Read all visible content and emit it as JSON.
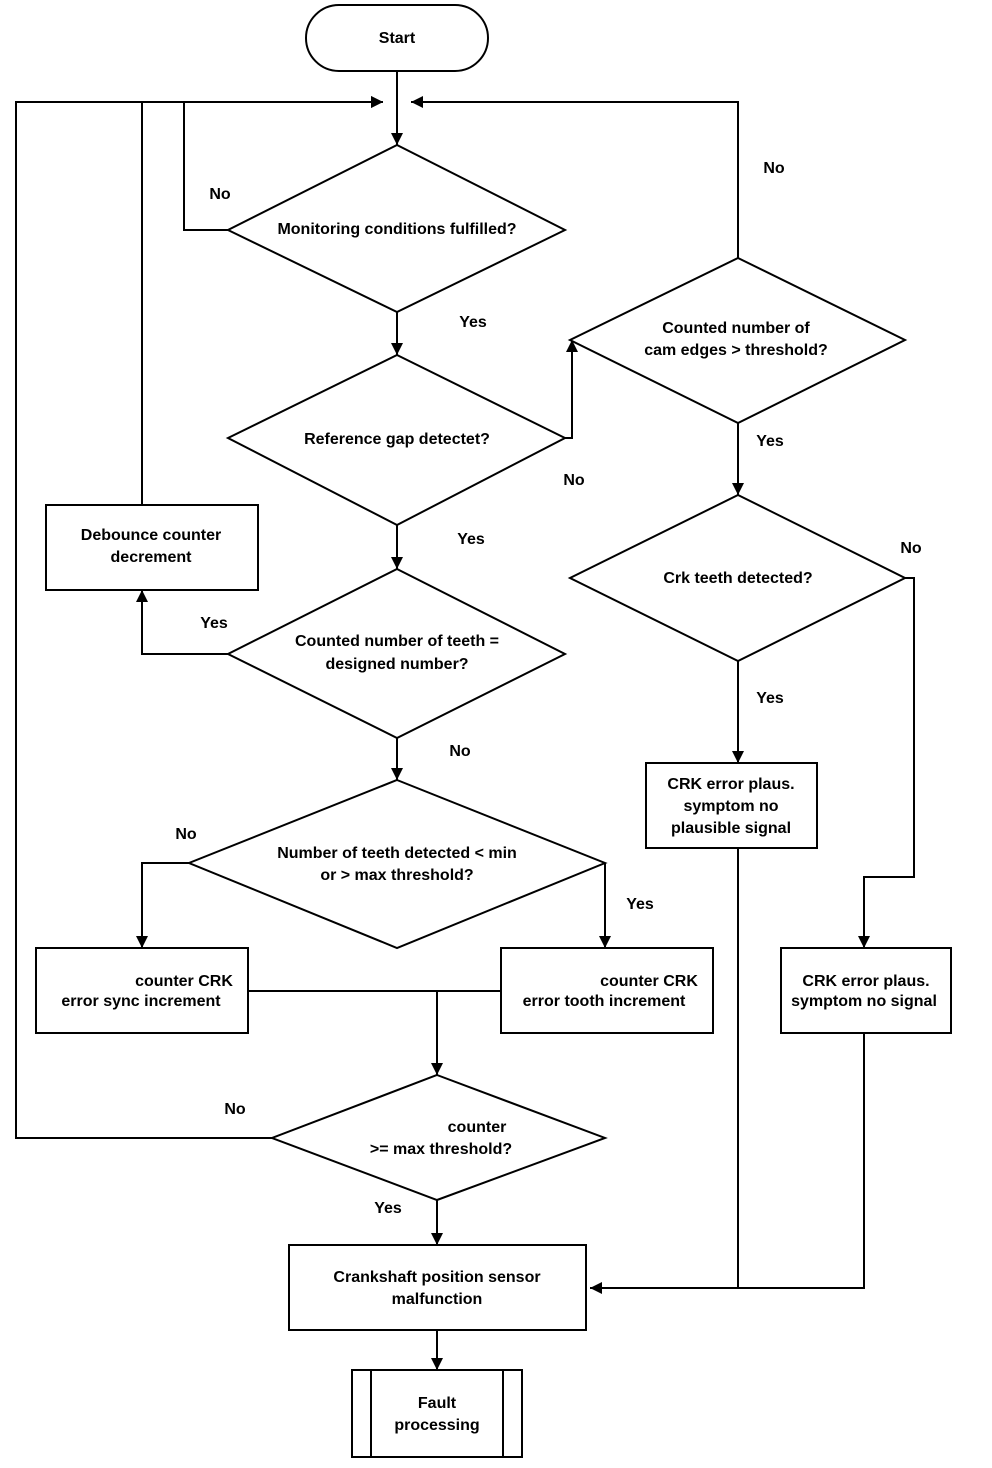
{
  "nodes": {
    "start": "Start",
    "monitoring": "Monitoring conditions fulfilled?",
    "reference_gap": "Reference gap detectet?",
    "counted_teeth_1": "Counted number of teeth =",
    "counted_teeth_2": "designed number?",
    "debounce_1": "Debounce counter",
    "debounce_2": "decrement",
    "teeth_threshold_1": "Number of teeth detected < min",
    "teeth_threshold_2": "or > max threshold?",
    "sync_increment_1": "counter CRK",
    "sync_increment_2": "error sync increment",
    "tooth_increment_1": "counter CRK",
    "tooth_increment_2": "error tooth increment",
    "counter_threshold_1": "counter",
    "counter_threshold_2": ">= max threshold?",
    "sensor_malfunction_1": "Crankshaft position sensor",
    "sensor_malfunction_2": "malfunction",
    "fault_1": "Fault",
    "fault_2": "processing",
    "cam_edges_1": "Counted number of",
    "cam_edges_2": "cam edges > threshold?",
    "crk_teeth": "Crk teeth detected?",
    "no_plausible_1": "CRK error plaus.",
    "no_plausible_2": "symptom no",
    "no_plausible_3": "plausible signal",
    "no_signal_1": "CRK error plaus.",
    "no_signal_2": "symptom no signal"
  },
  "labels": {
    "no_monitoring": "No",
    "yes_monitoring": "Yes",
    "no_cam_edges": "No",
    "no_reference_gap": "No",
    "yes_reference_gap": "Yes",
    "yes_counted_teeth": "Yes",
    "no_counted_teeth": "No",
    "no_teeth_threshold": "No",
    "yes_teeth_threshold": "Yes",
    "no_counter_threshold": "No",
    "yes_counter_threshold": "Yes",
    "yes_cam_edges": "Yes",
    "no_crk_teeth": "No",
    "yes_crk_teeth": "Yes"
  }
}
